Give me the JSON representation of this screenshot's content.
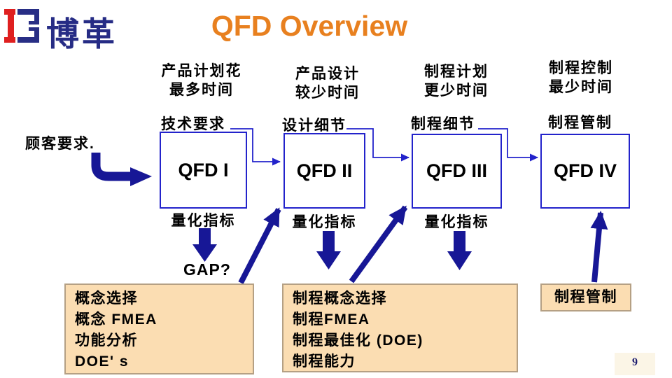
{
  "logo": {
    "text": "博革"
  },
  "title": "QFD Overview",
  "page_number": "9",
  "customer_label": "顾客要求.",
  "gap_label": "GAP?",
  "column_headers": [
    {
      "line1": "产品计划花",
      "line2": "最多时间"
    },
    {
      "line1": "产品设计",
      "line2": "较少时间"
    },
    {
      "line1": "制程计划",
      "line2": "更少时间"
    },
    {
      "line1": "制程控制",
      "line2": "最少时间"
    }
  ],
  "stages": [
    {
      "top_label": "技术要求",
      "box_label": "QFD I",
      "bottom_label": "量化指标"
    },
    {
      "top_label": "设计细节",
      "box_label": "QFD II",
      "bottom_label": "量化指标"
    },
    {
      "top_label": "制程细节",
      "box_label": "QFD III",
      "bottom_label": "量化指标"
    },
    {
      "top_label": "制程管制",
      "box_label": "QFD IV",
      "bottom_label": ""
    }
  ],
  "bottom_boxes": [
    {
      "lines": [
        "概念选择",
        "概念 FMEA",
        "功能分析",
        "DOE' s"
      ]
    },
    {
      "lines": [
        "制程概念选择",
        "制程FMEA",
        "制程最佳化 (DOE)",
        "制程能力"
      ]
    },
    {
      "lines": [
        "制程管制"
      ]
    }
  ],
  "colors": {
    "title_orange": "#e8801f",
    "arrow_navy": "#171796",
    "box_border_blue": "#2323cb",
    "tan_fill": "#fbddb2",
    "tan_border": "#b5a084",
    "logo_blue": "#282e85",
    "logo_red": "#df1f1f",
    "page_number": "#1b1b6e"
  }
}
